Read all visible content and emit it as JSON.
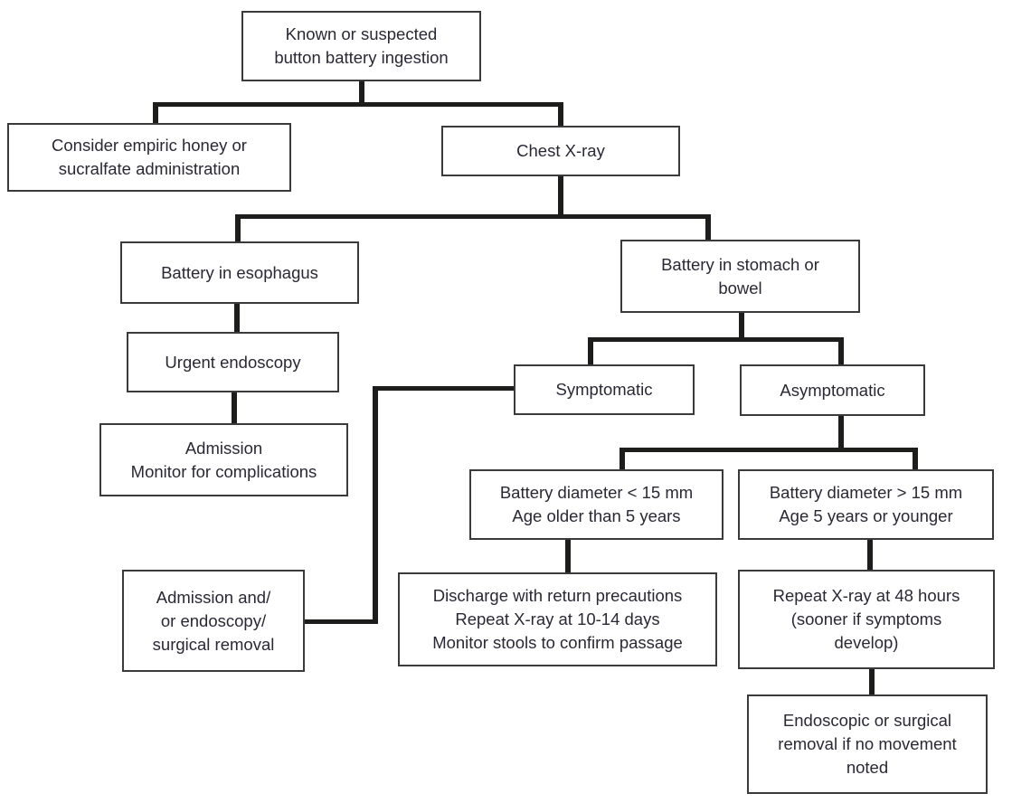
{
  "diagram_type": "flowchart",
  "colors": {
    "background": "#ffffff",
    "box_fill": "#ffffff",
    "box_border": "#3a3a3a",
    "connector": "#1d1d1b",
    "text": "#2b2836"
  },
  "nodes": {
    "root": {
      "label": "Known or suspected\nbutton battery ingestion"
    },
    "honey": {
      "label": "Consider empiric honey or\nsucralfate administration"
    },
    "chest_xray": {
      "label": "Chest X-ray"
    },
    "esophagus": {
      "label": "Battery in esophagus"
    },
    "stomach_bowel": {
      "label": "Battery in stomach or\nbowel"
    },
    "urgent_endoscopy": {
      "label": "Urgent endoscopy"
    },
    "admission_monitor": {
      "label": "Admission\nMonitor for complications"
    },
    "symptomatic": {
      "label": "Symptomatic"
    },
    "asymptomatic": {
      "label": "Asymptomatic"
    },
    "small_battery": {
      "label": "Battery diameter < 15 mm\nAge older than 5 years"
    },
    "large_battery": {
      "label": "Battery diameter > 15 mm\nAge 5 years or younger"
    },
    "admission_removal": {
      "label": "Admission and/\nor endoscopy/\nsurgical removal"
    },
    "discharge": {
      "label": "Discharge with return precautions\nRepeat X-ray at 10-14 days\nMonitor stools to confirm passage"
    },
    "repeat_xray": {
      "label": "Repeat X-ray at 48 hours\n(sooner if symptoms\ndevelop)"
    },
    "endoscopic_removal": {
      "label": "Endoscopic or surgical\nremoval if no movement\nnoted"
    }
  },
  "edges": [
    {
      "from": "root",
      "to": "honey"
    },
    {
      "from": "root",
      "to": "chest_xray"
    },
    {
      "from": "chest_xray",
      "to": "esophagus"
    },
    {
      "from": "chest_xray",
      "to": "stomach_bowel"
    },
    {
      "from": "esophagus",
      "to": "urgent_endoscopy"
    },
    {
      "from": "urgent_endoscopy",
      "to": "admission_monitor"
    },
    {
      "from": "stomach_bowel",
      "to": "symptomatic"
    },
    {
      "from": "stomach_bowel",
      "to": "asymptomatic"
    },
    {
      "from": "symptomatic",
      "to": "admission_removal"
    },
    {
      "from": "asymptomatic",
      "to": "small_battery"
    },
    {
      "from": "asymptomatic",
      "to": "large_battery"
    },
    {
      "from": "small_battery",
      "to": "discharge"
    },
    {
      "from": "large_battery",
      "to": "repeat_xray"
    },
    {
      "from": "repeat_xray",
      "to": "endoscopic_removal"
    }
  ]
}
